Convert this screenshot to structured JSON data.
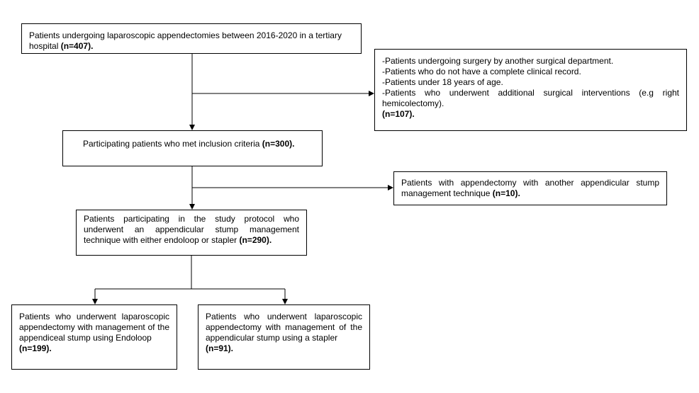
{
  "diagram": {
    "total_box": {
      "text": "Patients undergoing laparoscopic appendectomies between 2016-2020 in a tertiary hospital",
      "count": "(n=407)."
    },
    "exclusion_box": {
      "items": [
        "-Patients undergoing surgery by another surgical department.",
        "-Patients who do not have a complete clinical record.",
        "-Patients under 18 years of age.",
        "-Patients who underwent additional surgical interventions (e.g right hemicolectomy)."
      ],
      "count": "(n=107)."
    },
    "inclusion_box": {
      "text": "Participating patients who met inclusion criteria",
      "count": "(n=300)."
    },
    "other_technique_box": {
      "text": "Patients with appendectomy with another appendicular stump management technique",
      "count": "(n=10)."
    },
    "protocol_box": {
      "text": "Patients participating in the study protocol who underwent an appendicular stump management technique with either endoloop or stapler",
      "count": "(n=290)."
    },
    "endoloop_box": {
      "text": "Patients who underwent laparoscopic appendectomy with management of the appendiceal stump using Endoloop",
      "count": "(n=199)."
    },
    "stapler_box": {
      "text": "Patients who underwent laparoscopic appendectomy with management of the appendicular stump using a stapler",
      "count": "(n=91)."
    },
    "colors": {
      "line": "#000000",
      "box_border": "#000000",
      "background": "#ffffff"
    }
  }
}
